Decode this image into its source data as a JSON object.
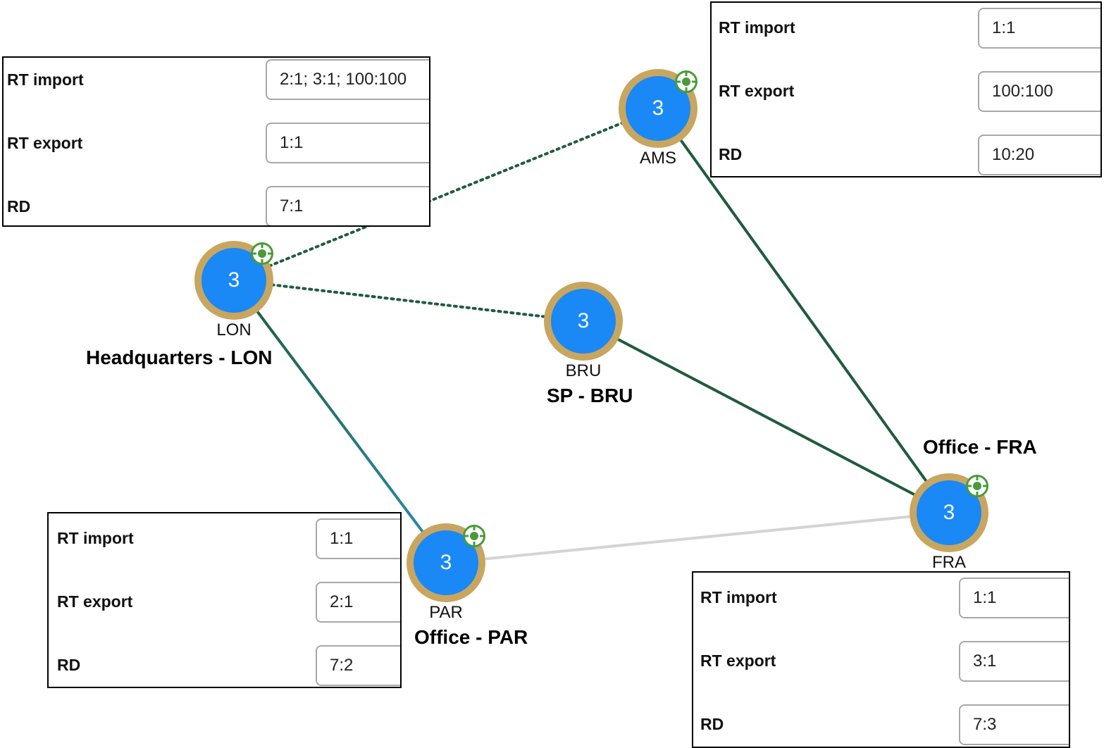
{
  "diagram": {
    "nodes": [
      {
        "id": "LON",
        "count": "3",
        "code": "LON",
        "site": "Headquarters - LON",
        "has_target": true
      },
      {
        "id": "AMS",
        "count": "3",
        "code": "AMS",
        "site": "",
        "has_target": true
      },
      {
        "id": "BRU",
        "count": "3",
        "code": "BRU",
        "site": "SP - BRU",
        "has_target": false
      },
      {
        "id": "PAR",
        "count": "3",
        "code": "PAR",
        "site": "Office - PAR",
        "has_target": true
      },
      {
        "id": "FRA",
        "count": "3",
        "code": "FRA",
        "site": "Office - FRA",
        "has_target": true
      }
    ],
    "links": [
      {
        "from": "LON",
        "to": "AMS",
        "style": "dotted"
      },
      {
        "from": "LON",
        "to": "BRU",
        "style": "dotted"
      },
      {
        "from": "LON",
        "to": "PAR",
        "style": "solid-gradient"
      },
      {
        "from": "AMS",
        "to": "FRA",
        "style": "solid"
      },
      {
        "from": "BRU",
        "to": "FRA",
        "style": "solid"
      },
      {
        "from": "PAR",
        "to": "FRA",
        "style": "solid-light"
      }
    ],
    "panels": [
      {
        "node": "LON",
        "rows": [
          {
            "label": "RT import",
            "value": "2:1; 3:1; 100:100"
          },
          {
            "label": "RT export",
            "value": "1:1"
          },
          {
            "label": "RD",
            "value": "7:1"
          }
        ]
      },
      {
        "node": "AMS",
        "rows": [
          {
            "label": "RT import",
            "value": "1:1"
          },
          {
            "label": "RT export",
            "value": "100:100"
          },
          {
            "label": "RD",
            "value": "10:20"
          }
        ]
      },
      {
        "node": "PAR",
        "rows": [
          {
            "label": "RT import",
            "value": "1:1"
          },
          {
            "label": "RT export",
            "value": "2:1"
          },
          {
            "label": "RD",
            "value": "7:2"
          }
        ]
      },
      {
        "node": "FRA",
        "rows": [
          {
            "label": "RT import",
            "value": "1:1"
          },
          {
            "label": "RT export",
            "value": "3:1"
          },
          {
            "label": "RD",
            "value": "7:3"
          }
        ]
      }
    ]
  },
  "colors": {
    "link_dark": "#1f5b3c",
    "link_teal": "#2a8fb0",
    "link_light": "#d4d4d4",
    "node_ring": "#c8a660",
    "node_core": "#1a88f5",
    "target_icon": "#4a9a3a"
  }
}
